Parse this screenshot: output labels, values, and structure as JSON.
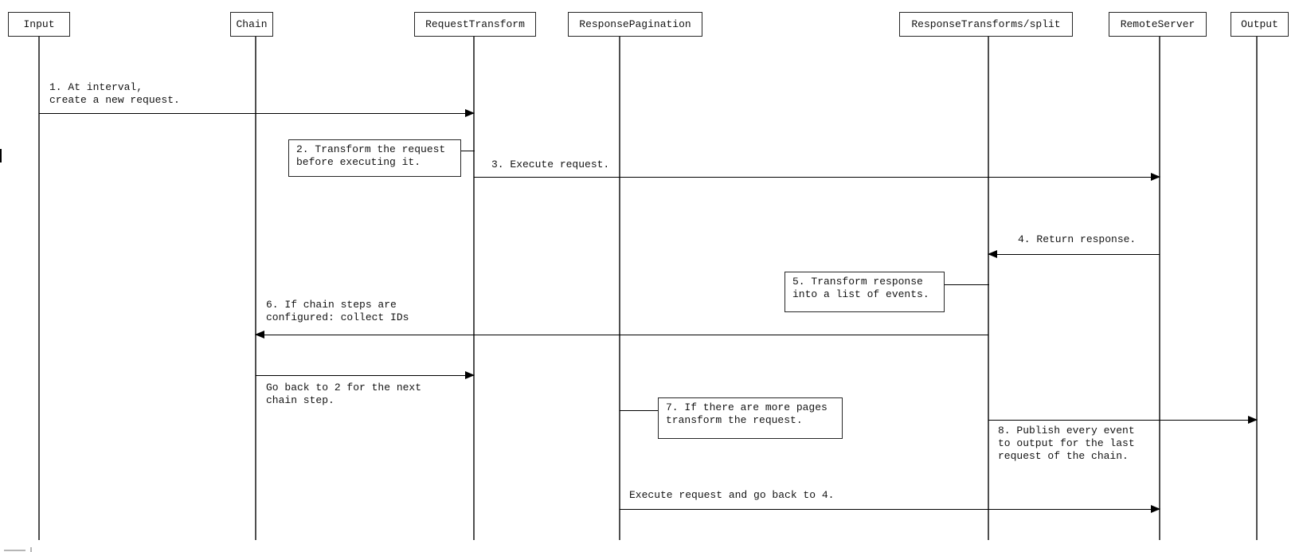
{
  "diagram": {
    "type": "sequence-diagram",
    "participants": [
      {
        "id": "input",
        "label": "Input"
      },
      {
        "id": "chain",
        "label": "Chain"
      },
      {
        "id": "request-transform",
        "label": "RequestTransform"
      },
      {
        "id": "response-pagination",
        "label": "ResponsePagination"
      },
      {
        "id": "response-transforms-split",
        "label": "ResponseTransforms/split"
      },
      {
        "id": "remote-server",
        "label": "RemoteServer"
      },
      {
        "id": "output",
        "label": "Output"
      }
    ],
    "messages": [
      {
        "step": "1",
        "kind": "arrow",
        "from": "Input",
        "to": "RequestTransform",
        "direction": "right",
        "text": "1. At interval,\ncreate a new request."
      },
      {
        "step": "2",
        "kind": "note",
        "anchor": "RequestTransform",
        "text": "2. Transform the request\nbefore executing it."
      },
      {
        "step": "3",
        "kind": "arrow",
        "from": "RequestTransform",
        "to": "RemoteServer",
        "direction": "right",
        "text": "3. Execute request."
      },
      {
        "step": "4",
        "kind": "arrow",
        "from": "RemoteServer",
        "to": "ResponseTransforms/split",
        "direction": "left",
        "text": "4. Return response."
      },
      {
        "step": "5",
        "kind": "note",
        "anchor": "ResponseTransforms/split",
        "text": "5. Transform response\ninto a list of events."
      },
      {
        "step": "6",
        "kind": "arrow",
        "from": "ResponseTransforms/split",
        "to": "Chain",
        "direction": "left",
        "text": "6. If chain steps are\nconfigured: collect IDs"
      },
      {
        "step": "",
        "kind": "arrow",
        "from": "Chain",
        "to": "RequestTransform",
        "direction": "right",
        "text": "Go back to 2 for the next\nchain step."
      },
      {
        "step": "7",
        "kind": "note",
        "anchor": "ResponsePagination",
        "text": "7. If there are more pages\ntransform the request."
      },
      {
        "step": "8",
        "kind": "arrow",
        "from": "ResponseTransforms/split",
        "to": "Output",
        "direction": "right",
        "text": "8. Publish every event\nto output for the last\nrequest of the chain."
      },
      {
        "step": "",
        "kind": "arrow",
        "from": "ResponsePagination",
        "to": "RemoteServer",
        "direction": "right",
        "text": "Execute request and go back to 4."
      }
    ],
    "colors": {
      "background": "#ffffff",
      "arrow_line": "#000000",
      "lifeline": "#4f4f4f",
      "box_border": "#262626",
      "text": "#141414"
    }
  }
}
